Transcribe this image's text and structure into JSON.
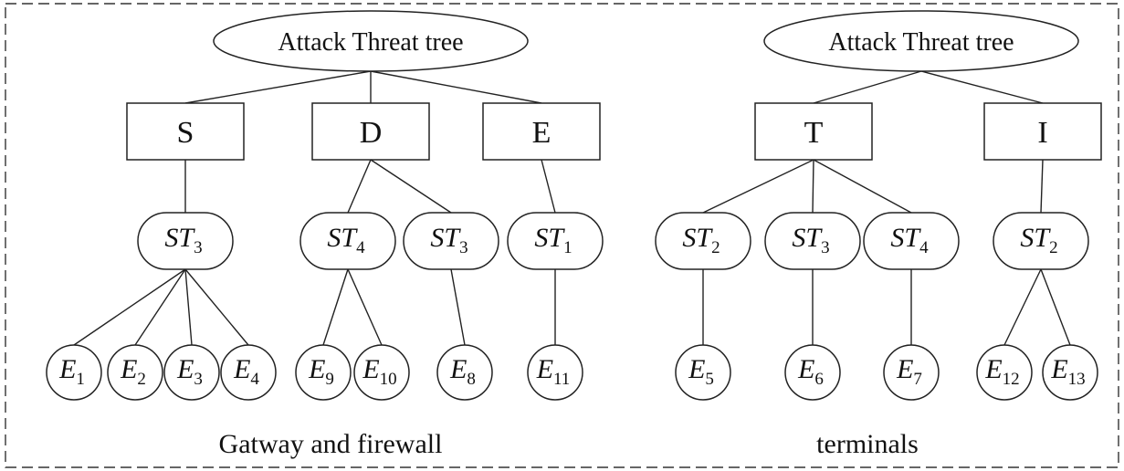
{
  "diagram": {
    "colors": {
      "line": "#222222",
      "fill": "#ffffff",
      "text": "#111111"
    },
    "trees": [
      {
        "root": "Attack Threat tree",
        "caption": "Gatway and firewall",
        "categories": [
          {
            "label": "S",
            "subthreats": [
              {
                "base": "ST",
                "sub": "3",
                "events": [
                  {
                    "base": "E",
                    "sub": "1"
                  },
                  {
                    "base": "E",
                    "sub": "2"
                  },
                  {
                    "base": "E",
                    "sub": "3"
                  },
                  {
                    "base": "E",
                    "sub": "4"
                  }
                ]
              }
            ]
          },
          {
            "label": "D",
            "subthreats": [
              {
                "base": "ST",
                "sub": "4",
                "events": [
                  {
                    "base": "E",
                    "sub": "9"
                  },
                  {
                    "base": "E",
                    "sub": "10"
                  }
                ]
              },
              {
                "base": "ST",
                "sub": "3",
                "events": [
                  {
                    "base": "E",
                    "sub": "8"
                  }
                ]
              }
            ]
          },
          {
            "label": "E",
            "subthreats": [
              {
                "base": "ST",
                "sub": "1",
                "events": [
                  {
                    "base": "E",
                    "sub": "11"
                  }
                ]
              }
            ]
          }
        ]
      },
      {
        "root": "Attack Threat tree",
        "caption": "terminals",
        "categories": [
          {
            "label": "T",
            "subthreats": [
              {
                "base": "ST",
                "sub": "2",
                "events": [
                  {
                    "base": "E",
                    "sub": "5"
                  }
                ]
              },
              {
                "base": "ST",
                "sub": "3",
                "events": [
                  {
                    "base": "E",
                    "sub": "6"
                  }
                ]
              },
              {
                "base": "ST",
                "sub": "4",
                "events": [
                  {
                    "base": "E",
                    "sub": "7"
                  }
                ]
              }
            ]
          },
          {
            "label": "I",
            "subthreats": [
              {
                "base": "ST",
                "sub": "2",
                "events": [
                  {
                    "base": "E",
                    "sub": "12"
                  },
                  {
                    "base": "E",
                    "sub": "13"
                  }
                ]
              }
            ]
          }
        ]
      }
    ]
  }
}
